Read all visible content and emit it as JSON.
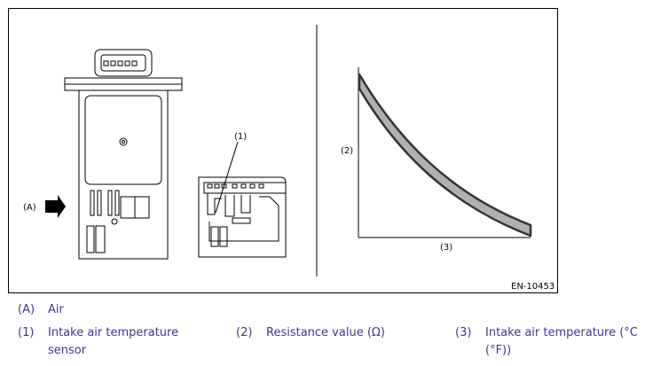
{
  "figure": {
    "code": "EN-10453",
    "labels": {
      "a": "(A)",
      "one": "(1)",
      "two": "(2)",
      "three": "(3)"
    },
    "curve_color": "#b0b0b0",
    "arrow_color": "#000000"
  },
  "legend": {
    "items": [
      {
        "key": "(A)",
        "text": "Air"
      },
      {
        "key": "(1)",
        "text": "Intake air temperature sensor"
      },
      {
        "key": "(2)",
        "text": "Resistance value (Ω)"
      },
      {
        "key": "(3)",
        "text": "Intake air temperature (°C (°F))"
      }
    ]
  }
}
